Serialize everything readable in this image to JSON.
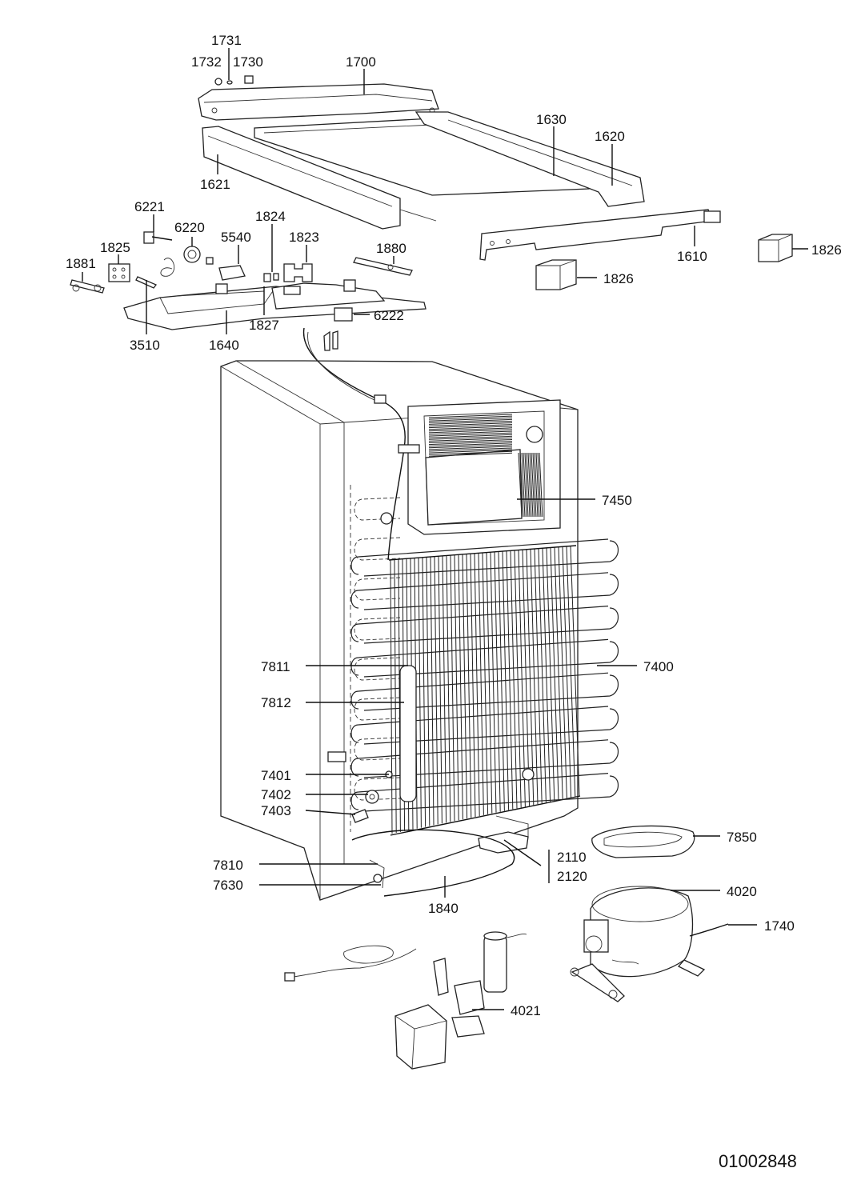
{
  "diagram": {
    "document_number": "01002848",
    "part_labels": [
      "1731",
      "1732",
      "1730",
      "1700",
      "1630",
      "1620",
      "1621",
      "6221",
      "6220",
      "1824",
      "5540",
      "1823",
      "1825",
      "1880",
      "1881",
      "1827",
      "6222",
      "3510",
      "1640",
      "1610",
      "1826",
      "1826",
      "7450",
      "7400",
      "7811",
      "7812",
      "7401",
      "7402",
      "7403",
      "7850",
      "2110",
      "2120",
      "7810",
      "7630",
      "1840",
      "4020",
      "1740",
      "4021"
    ]
  }
}
